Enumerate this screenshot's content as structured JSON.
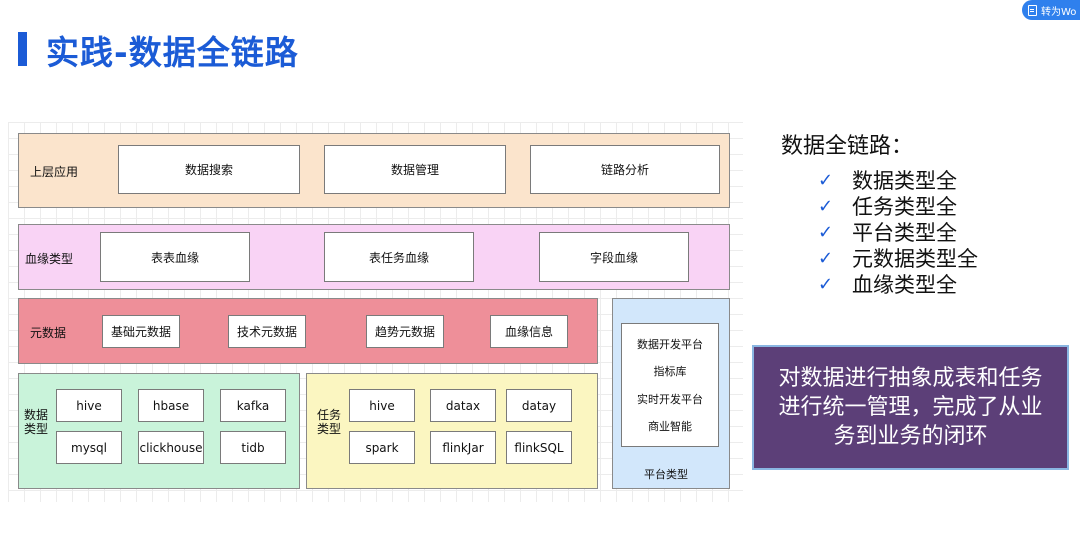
{
  "header": {
    "title": "实践-数据全链路",
    "convert_button": "转为Wo"
  },
  "diagram": {
    "app_layer": {
      "label": "上层应用",
      "items": [
        "数据搜索",
        "数据管理",
        "链路分析"
      ]
    },
    "lineage_layer": {
      "label": "血缘类型",
      "items": [
        "表表血缘",
        "表任务血缘",
        "字段血缘"
      ]
    },
    "metadata_layer": {
      "label": "元数据",
      "items": [
        "基础元数据",
        "技术元数据",
        "趋势元数据",
        "血缘信息"
      ]
    },
    "data_type_layer": {
      "label_line1": "数据",
      "label_line2": "类型",
      "items": [
        "hive",
        "hbase",
        "kafka",
        "mysql",
        "clickhouse",
        "tidb"
      ]
    },
    "task_type_layer": {
      "label_line1": "任务",
      "label_line2": "类型",
      "items": [
        "hive",
        "datax",
        "datay",
        "spark",
        "flinkJar",
        "flinkSQL"
      ]
    },
    "platform_layer": {
      "label": "平台类型",
      "items": [
        "数据开发平台",
        "指标库",
        "实时开发平台",
        "商业智能"
      ]
    }
  },
  "summary": {
    "title": "数据全链路：",
    "items": [
      "数据类型全",
      "任务类型全",
      "平台类型全",
      "元数据类型全",
      "血缘类型全"
    ],
    "check_glyph": "✓"
  },
  "note": {
    "text": "对数据进行抽象成表和任务进行统一管理，完成了从业务到业务的闭环"
  },
  "colors": {
    "accent": "#1b5bd6",
    "app_layer": "#fbe4cc",
    "lineage_layer": "#f9d3f5",
    "metadata_layer": "#ee8f99",
    "data_type_layer": "#c9f3da",
    "task_type_layer": "#fbf6c1",
    "platform_layer": "#d2e7fb",
    "note_bg": "#5c3f78"
  }
}
